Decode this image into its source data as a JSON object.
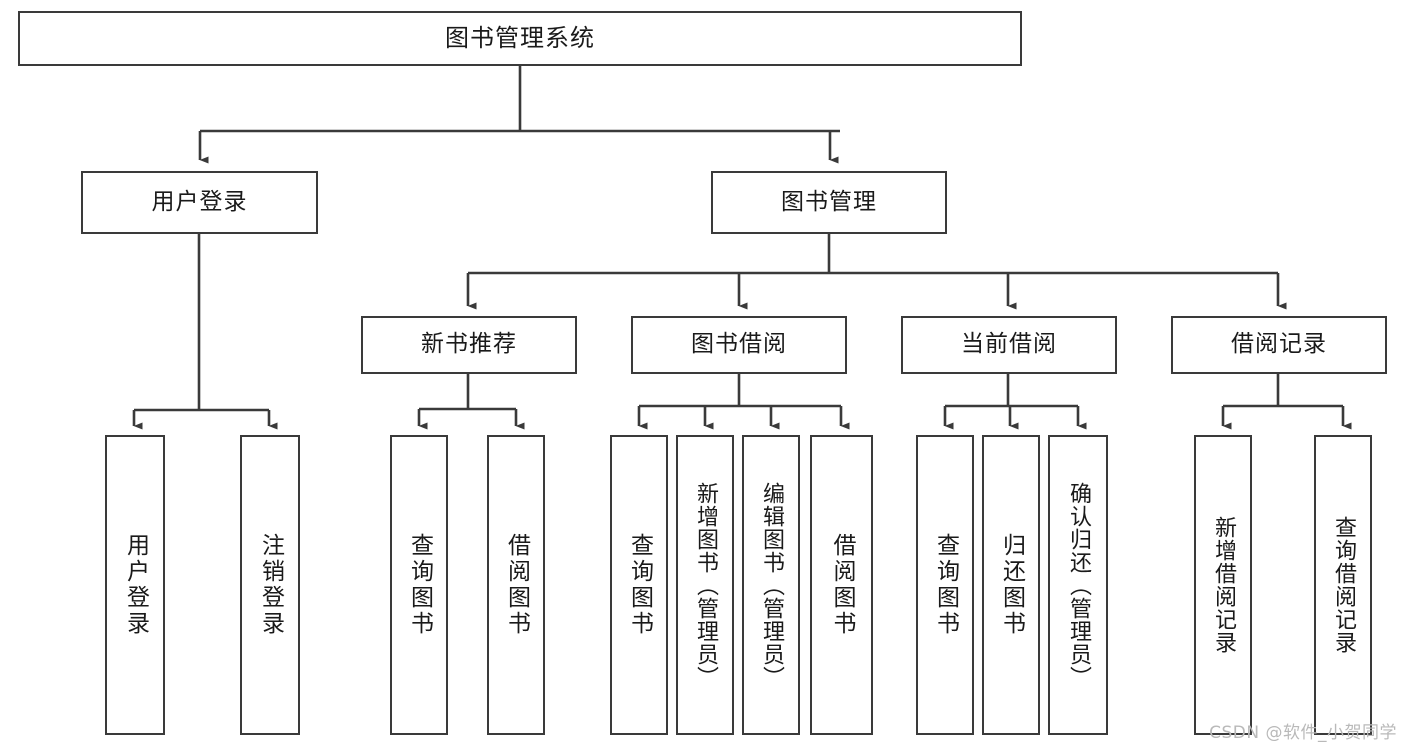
{
  "diagram": {
    "title": "图书管理系统",
    "type": "tree",
    "line_color": "#3a3a3a",
    "box_fill": "#ffffff",
    "text_color": "#1a1a1a",
    "watermark": "CSDN @软件_小贺同学",
    "nodes": {
      "root": {
        "label": "图书管理系统"
      },
      "level2": [
        {
          "label": "用户登录"
        },
        {
          "label": "图书管理"
        }
      ],
      "level3": [
        {
          "label": "新书推荐"
        },
        {
          "label": "图书借阅"
        },
        {
          "label": "当前借阅"
        },
        {
          "label": "借阅记录"
        }
      ],
      "leaves_user_login": [
        {
          "label": "用户登录"
        },
        {
          "label": "注销登录"
        }
      ],
      "leaves_new_book": [
        {
          "label": "查询图书"
        },
        {
          "label": "借阅图书"
        }
      ],
      "leaves_borrow": [
        {
          "label": "查询图书"
        },
        {
          "label": "新增图书（管理员）"
        },
        {
          "label": "编辑图书（管理员）"
        },
        {
          "label": "借阅图书"
        }
      ],
      "leaves_current": [
        {
          "label": "查询图书"
        },
        {
          "label": "归还图书"
        },
        {
          "label": "确认归还（管理员）"
        }
      ],
      "leaves_record": [
        {
          "label": "新增借阅记录"
        },
        {
          "label": "查询借阅记录"
        }
      ]
    }
  }
}
